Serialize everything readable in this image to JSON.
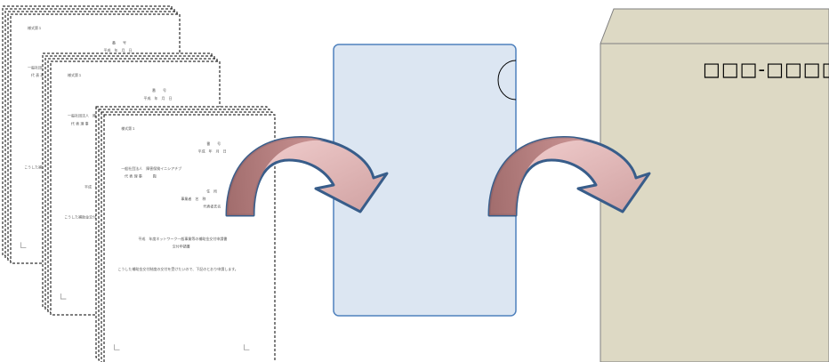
{
  "envelope": {
    "label": "□□□-□□□□",
    "color": "#ddd9c4"
  },
  "folder": {
    "color": "#dce6f2",
    "border": "#4f81bd"
  },
  "arrow": {
    "fill_light": "#f2c7c7",
    "fill_dark": "#a86b6b",
    "stroke": "#385d8a"
  },
  "documents": {
    "count": 3,
    "line_texts": [
      "様式第１",
      "番　　号",
      "平成　年　月　日",
      "一般社団法人　障害保険イニシアチブ",
      "代 表 理 事　　　殿",
      "住　所",
      "事業者　名　称",
      "代表者氏名",
      "平成　年度ネットワーク一般事業等の補助金交付申請書",
      "交付申請書",
      "こうした補助金交付制度の交付を受けたいので、下記のとおり申請します。"
    ]
  }
}
